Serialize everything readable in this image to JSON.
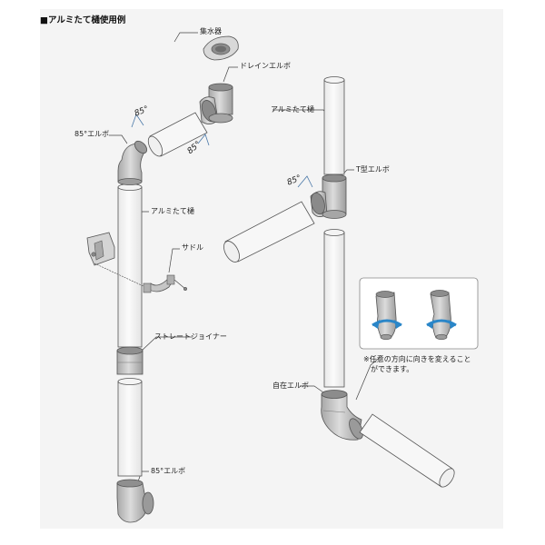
{
  "title": "■アルミたて樋使用例",
  "labels": {
    "shusuiki": "集水器",
    "drain_elbow": "ドレインエルボ",
    "elbow85_top": "85°エルボ",
    "angle_a": "85°",
    "angle_b": "85°",
    "angle_c": "85°",
    "tatedoi_left": "アルミたて樋",
    "saddle": "サドル",
    "straight_joiner": "ストレートジョイナー",
    "elbow85_bottom": "85°エルボ",
    "tatedoi_right": "アルミたて樋",
    "t_elbow": "T型エルボ",
    "free_elbow": "自在エルボ"
  },
  "note": {
    "line1": "※任意の方向に向きを変えること",
    "line2": "ができます。"
  },
  "colors": {
    "pipe_fill": "#f7f7f7",
    "pipe_stroke": "#555555",
    "fitting_fill": "#c9c9c9",
    "fitting_dark": "#9a9a9a",
    "arrow_blue": "#2a86c8",
    "panel_bg": "#f4f4f4",
    "inset_bg": "#ffffff"
  }
}
